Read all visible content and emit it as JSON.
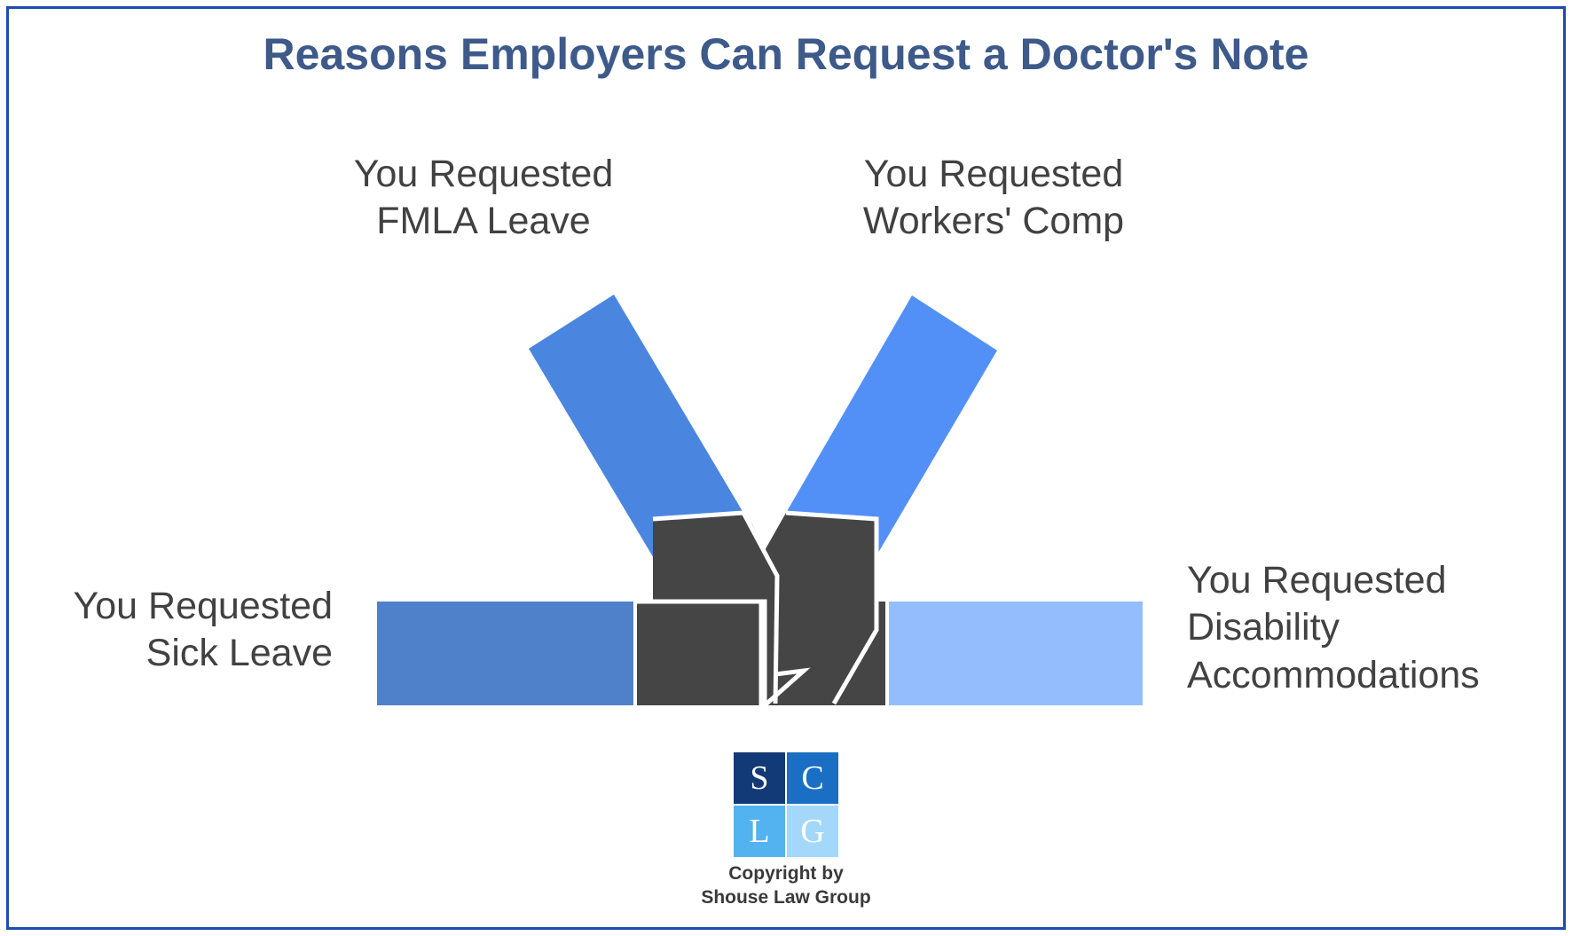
{
  "page": {
    "title": "Reasons Employers Can Request a Doctor's Note",
    "border_color": "#1f4bb0",
    "background": "#ffffff",
    "title_color": "#3d5a8a",
    "label_color": "#414141"
  },
  "chart_data": {
    "type": "diagram",
    "subtype": "converging-arrows",
    "title": "Reasons Employers Can Request a Doctor's Note",
    "center_color": "#454545",
    "arrows": [
      {
        "id": "fmla",
        "label": "You Requested\nFMLA Leave",
        "direction": "down-right",
        "color": "#4a86e0",
        "head_color": "#454545",
        "label_position": "top-left"
      },
      {
        "id": "workers-comp",
        "label": "You Requested\nWorkers' Comp",
        "direction": "down-left",
        "color": "#5290f8",
        "head_color": "#454545",
        "label_position": "top-right"
      },
      {
        "id": "sick-leave",
        "label": "You Requested\nSick Leave",
        "direction": "right",
        "color": "#4e81ca",
        "head_color": "#454545",
        "label_position": "left"
      },
      {
        "id": "disability",
        "label": "You Requested\nDisability\nAccommodations",
        "direction": "left",
        "color": "#93bdfd",
        "head_color": "#454545",
        "label_position": "right"
      }
    ]
  },
  "labels": {
    "fmla": "You Requested\nFMLA Leave",
    "workers_comp": "You Requested\nWorkers' Comp",
    "sick_leave": "You Requested\nSick Leave",
    "disability": "You Requested\nDisability\nAccommodations"
  },
  "logo": {
    "cells": [
      "S",
      "C",
      "L",
      "G"
    ],
    "colors": [
      "#123a76",
      "#1a6fc4",
      "#53b2f0",
      "#a3d8fa"
    ],
    "copyright_line1": "Copyright by",
    "copyright_line2": "Shouse Law Group"
  }
}
